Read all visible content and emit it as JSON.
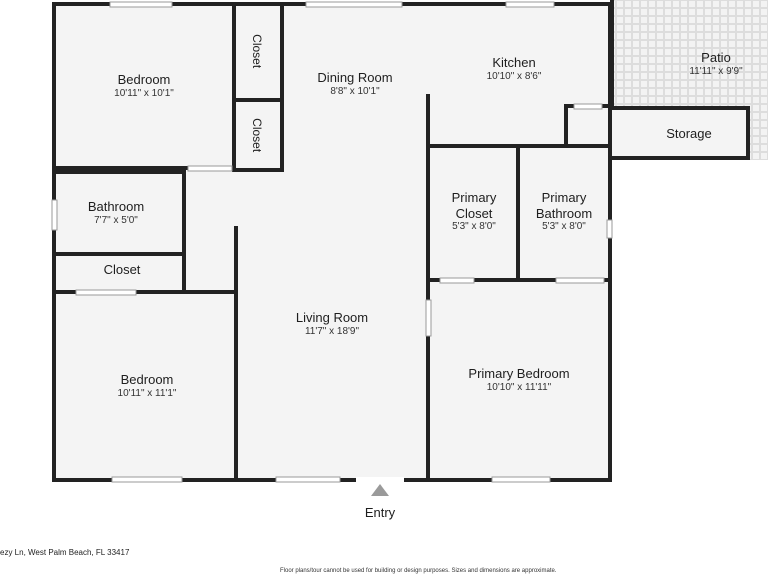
{
  "rooms": {
    "bedroom_top": {
      "name": "Bedroom",
      "dim": "10'11\" x 10'1\""
    },
    "closet_top": {
      "name": "Closet"
    },
    "closet_mid": {
      "name": "Closet"
    },
    "dining_room": {
      "name": "Dining Room",
      "dim": "8'8\" x 10'1\""
    },
    "kitchen": {
      "name": "Kitchen",
      "dim": "10'10\" x 8'6\""
    },
    "patio": {
      "name": "Patio",
      "dim": "11'11\" x 9'9\""
    },
    "storage": {
      "name": "Storage"
    },
    "bathroom": {
      "name": "Bathroom",
      "dim": "7'7\" x 5'0\""
    },
    "closet_hall": {
      "name": "Closet"
    },
    "primary_closet": {
      "name": "Primary Closet",
      "dim": "5'3\" x 8'0\""
    },
    "primary_bathroom": {
      "name": "Primary Bathroom",
      "dim": "5'3\" x 8'0\""
    },
    "living_room": {
      "name": "Living Room",
      "dim": "11'7\" x 18'9\""
    },
    "bedroom_bottom": {
      "name": "Bedroom",
      "dim": "10'11\" x 11'1\""
    },
    "primary_bedroom": {
      "name": "Primary Bedroom",
      "dim": "10'10\" x 11'11\""
    }
  },
  "entry_label": "Entry",
  "address": "ezy Ln, West Palm Beach, FL 33417",
  "disclaimer": "Floor plans/tour cannot be used for building or design purposes. Sizes and dimensions are approximate.",
  "colors": {
    "wall": "#222222",
    "floor": "#f4f4f4",
    "patio": "#eeeeee",
    "text": "#1e1e1e"
  }
}
